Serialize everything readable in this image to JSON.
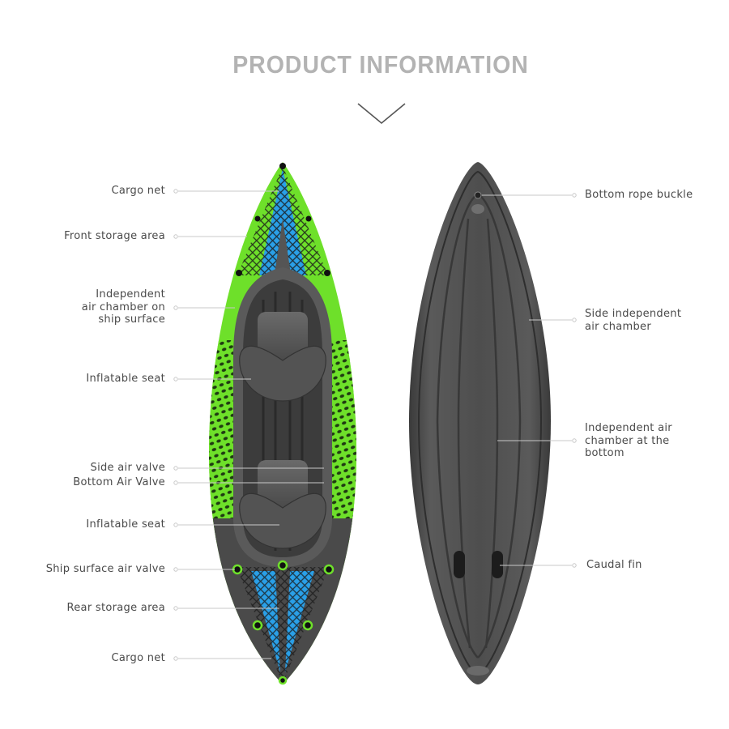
{
  "header": {
    "title": "PRODUCT INFORMATION",
    "chevron_icon": "chevron-down-icon"
  },
  "top_view": {
    "colors": {
      "hull_green": "#6ee02a",
      "accent_blue": "#2aa0e8",
      "body_gray": "#5a5a5a"
    },
    "callouts": [
      {
        "id": "cargo-net-front",
        "text": "Cargo net"
      },
      {
        "id": "front-storage-area",
        "text": "Front storage area"
      },
      {
        "id": "independent-air-chamber-surface",
        "lines": [
          "Independent",
          "air chamber on",
          "ship surface"
        ]
      },
      {
        "id": "inflatable-seat-front",
        "text": "Inflatable seat"
      },
      {
        "id": "side-air-valve",
        "text": "Side air valve"
      },
      {
        "id": "bottom-air-valve",
        "text": "Bottom Air Valve"
      },
      {
        "id": "inflatable-seat-rear",
        "text": "Inflatable seat"
      },
      {
        "id": "ship-surface-air-valve",
        "text": "Ship surface air valve"
      },
      {
        "id": "rear-storage-area",
        "text": "Rear storage area"
      },
      {
        "id": "cargo-net-rear",
        "text": "Cargo net"
      }
    ]
  },
  "bottom_view": {
    "colors": {
      "hull_gray": "#4c4c4c"
    },
    "callouts": [
      {
        "id": "bottom-rope-buckle",
        "text": "Bottom rope buckle"
      },
      {
        "id": "side-independent-air-chamber",
        "lines": [
          "Side independent",
          "air chamber"
        ]
      },
      {
        "id": "independent-air-chamber-bottom",
        "lines": [
          "Independent air",
          "chamber at the",
          "bottom"
        ]
      },
      {
        "id": "caudal-fin",
        "text": "Caudal fin"
      }
    ]
  }
}
